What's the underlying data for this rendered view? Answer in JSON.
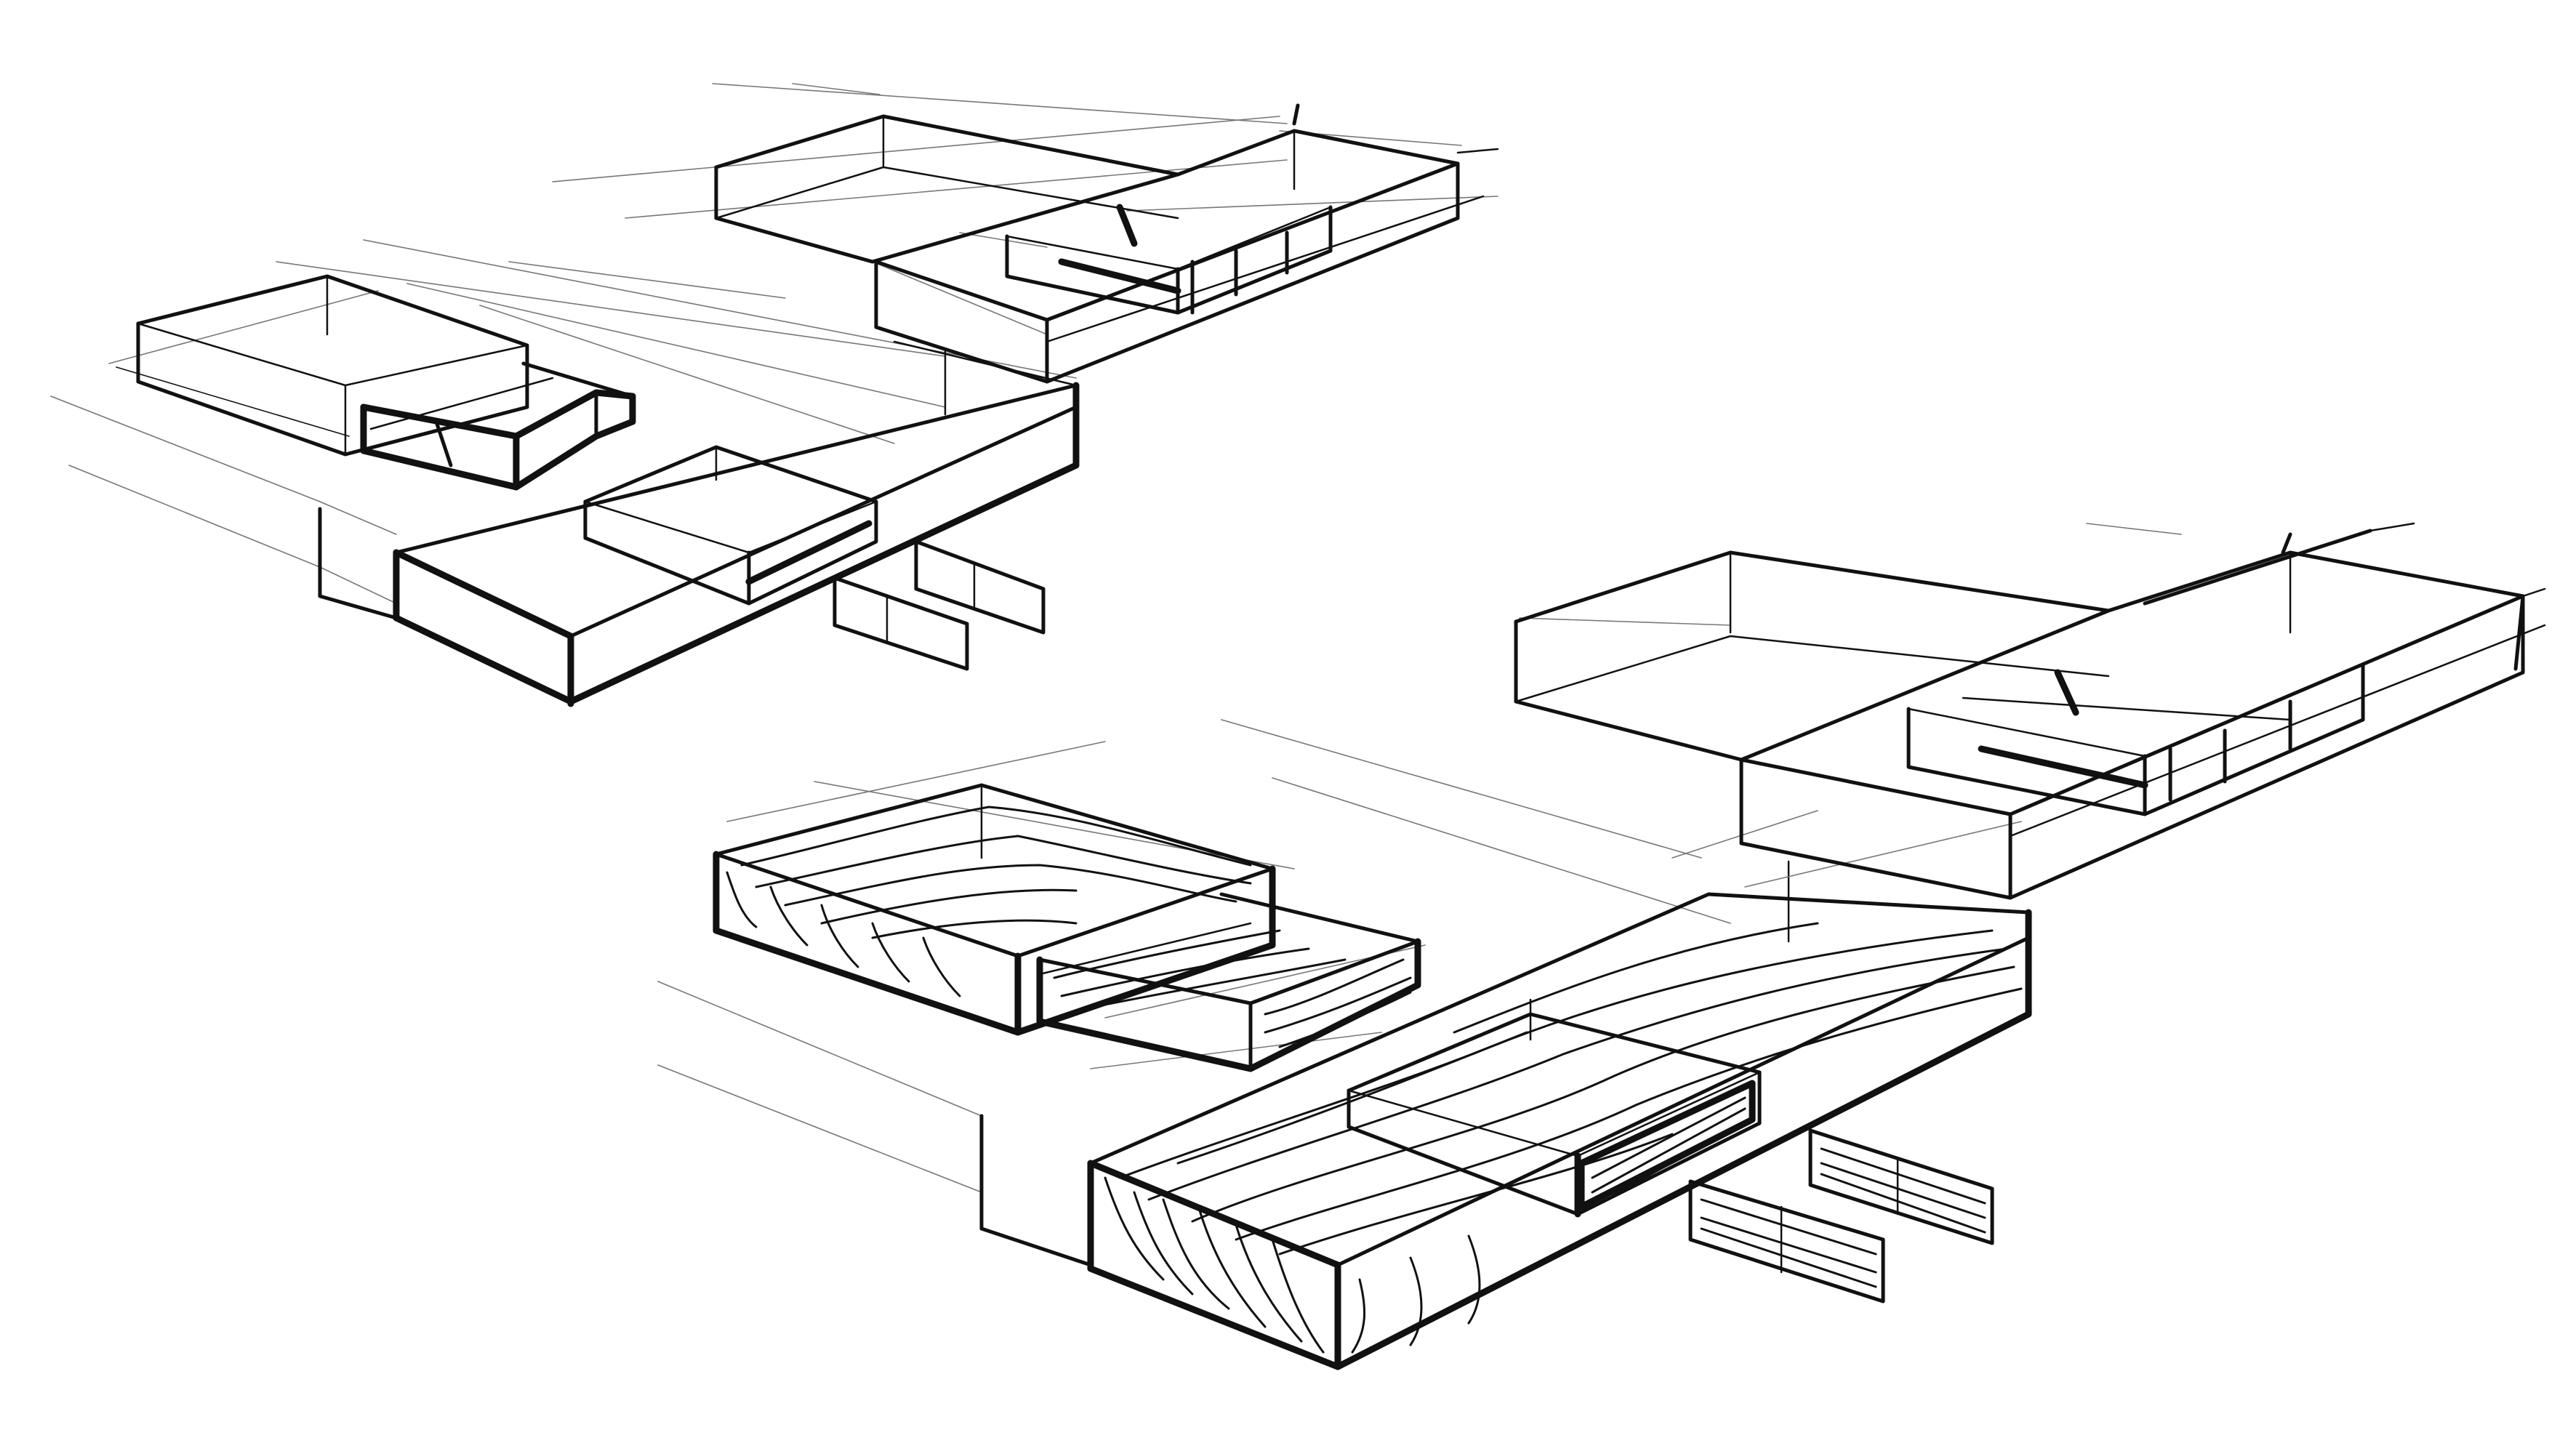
{
  "colors": {
    "background": "#ffffff",
    "ink": "#111111",
    "guide": "#777777",
    "faint": "#b5b5b5"
  },
  "sketches": [
    {
      "name": "top-left-outline-sketch",
      "style": "outline"
    },
    {
      "name": "top-right-outline-sketch",
      "style": "outline"
    },
    {
      "name": "center-wood-grain-sketch",
      "style": "wood-grain"
    },
    {
      "name": "right-outline-sketch",
      "style": "outline"
    }
  ]
}
